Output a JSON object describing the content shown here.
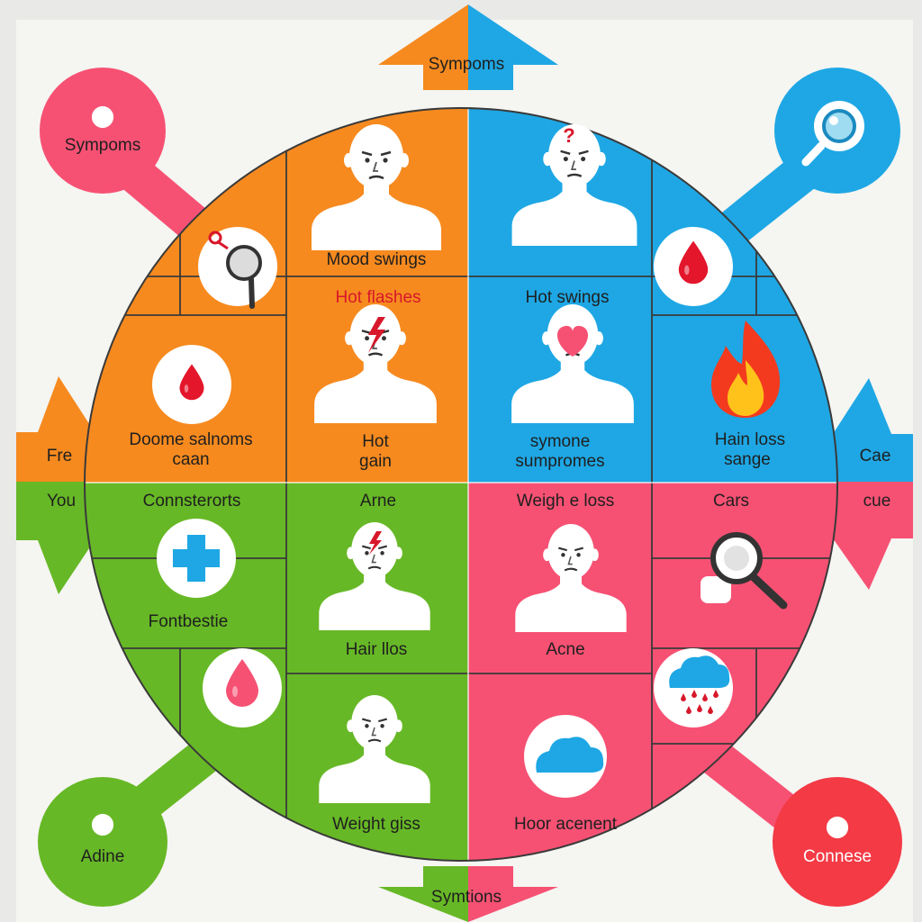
{
  "colors": {
    "orange": "#f68a1f",
    "blue": "#1ea7e4",
    "green": "#67b826",
    "pink": "#f65173",
    "red": "#f33a45",
    "background": "#f5f5f2"
  },
  "top_arrow": {
    "label": "Sympoms"
  },
  "bottom_arrow": {
    "label": "Symtions"
  },
  "corners": {
    "top_left": {
      "label": "Sympoms",
      "icon": "location-pin-icon"
    },
    "top_right": {
      "icon": "magnifier-icon"
    },
    "bottom_left": {
      "label": "Adine",
      "icon": "location-pin-icon"
    },
    "bottom_right": {
      "label": "Connese",
      "icon": "location-pin-icon"
    }
  },
  "side_arrows": {
    "left_upper": "Fre",
    "left_lower": "You",
    "right_upper": "Cae",
    "right_lower": "cue"
  },
  "cells": {
    "mood_swings": "Mood swings",
    "hot_flashes": "Hot flashes",
    "hot_gain": [
      "Hot",
      "gain"
    ],
    "doome": [
      "Doome salnoms",
      "caan"
    ],
    "hot_swings": "Hot swings",
    "symone": [
      "symone",
      "sumpromes"
    ],
    "hain_loss": [
      "Hain loss",
      "sange"
    ],
    "connsterorts": "Connsterorts",
    "fontbestie": "Fontbestie",
    "arne": "Arne",
    "hair_llos": "Hair llos",
    "weight_giss": "Weight giss",
    "weighe_loss": "Weigh e loss",
    "acne": "Acne",
    "cars": "Cars",
    "hoor_acenent": "Hoor acenent"
  },
  "icons": {
    "person": "person-bust-icon",
    "drop": "blood-drop-icon",
    "flame": "flame-icon",
    "magnifier": "magnifier-icon",
    "cross": "medical-cross-icon",
    "cloud": "cloud-icon",
    "rain": "rain-cloud-icon",
    "question": "question-mark-icon",
    "lightning": "lightning-bolt-icon",
    "heart": "heart-icon"
  }
}
